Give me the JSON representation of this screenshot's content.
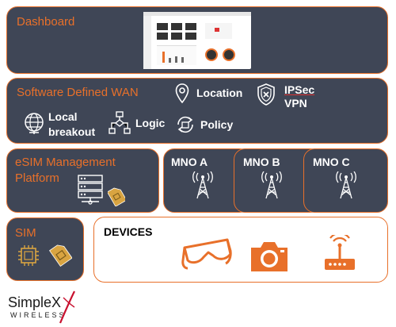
{
  "colors": {
    "accent": "#e8702a",
    "panel": "#3f4656",
    "white": "#ffffff",
    "sim_gold": "#d9a441"
  },
  "dashboard": {
    "title": "Dashboard"
  },
  "sdwan": {
    "title": "Software Defined WAN",
    "location": "Location",
    "ipsec_line1": "IPSec",
    "ipsec_line2": "VPN",
    "local_line1": "Local",
    "local_line2": "breakout",
    "logic": "Logic",
    "policy": "Policy"
  },
  "esim": {
    "title_line1": "eSIM Management",
    "title_line2": "Platform"
  },
  "mno": [
    {
      "label": "MNO A"
    },
    {
      "label": "MNO B"
    },
    {
      "label": "MNO C"
    }
  ],
  "sim": {
    "title": "SIM"
  },
  "devices": {
    "title": "DEVICES"
  },
  "logo": {
    "name": "SimpleX",
    "tagline": "WIRELESS"
  },
  "icons": [
    "location-pin-icon",
    "shield-icon",
    "globe-icon",
    "flowchart-icon",
    "policy-cycle-icon",
    "server-icon",
    "sim-card-icon",
    "cell-tower-icon",
    "chip-icon",
    "vr-glasses-icon",
    "camera-icon",
    "router-icon"
  ]
}
